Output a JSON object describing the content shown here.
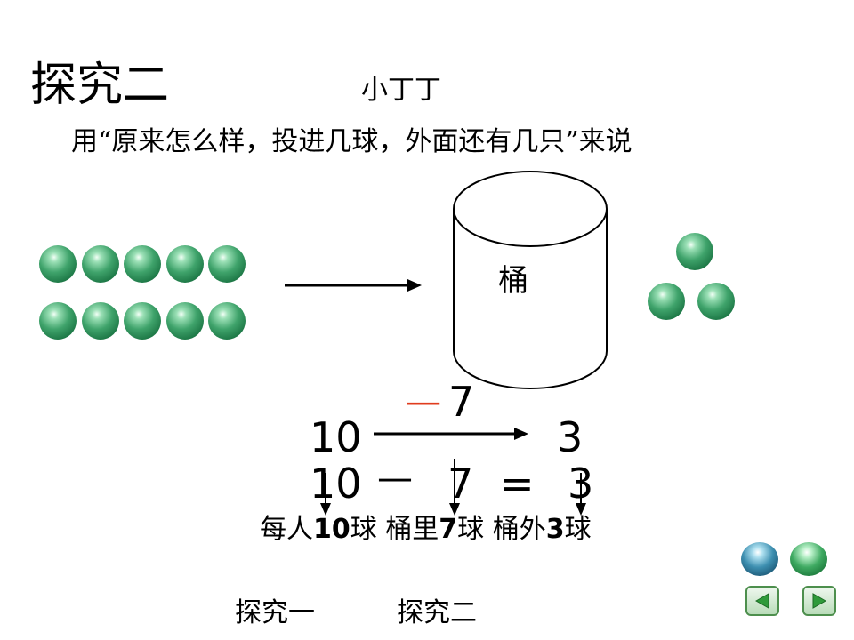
{
  "slide": {
    "title": "探究二",
    "subtitle": "小丁丁",
    "instruction": "用“原来怎么样，投进几球，外面还有几只”来说",
    "bucket_label": "桶",
    "colors": {
      "ball": "#2e8b57",
      "minus_accent": "#e03c1e",
      "nav_button": "#4d8f4d"
    }
  },
  "diagram": {
    "operation_sign": "—",
    "operation_value": "7",
    "start_value": "10",
    "result_value": "3"
  },
  "equation": {
    "left": "10",
    "operator": "—",
    "right": "7",
    "equals": "=",
    "result": "3"
  },
  "captions": [
    {
      "before": "每人",
      "num": "10",
      "after": "球"
    },
    {
      "before": "桶里",
      "num": "7",
      "after": "球"
    },
    {
      "before": "桶外",
      "num": "3",
      "after": "球"
    }
  ],
  "nav": {
    "links": [
      "探究一",
      "探究二"
    ],
    "prev_icon": "triangle-left-icon",
    "next_icon": "triangle-right-icon"
  }
}
